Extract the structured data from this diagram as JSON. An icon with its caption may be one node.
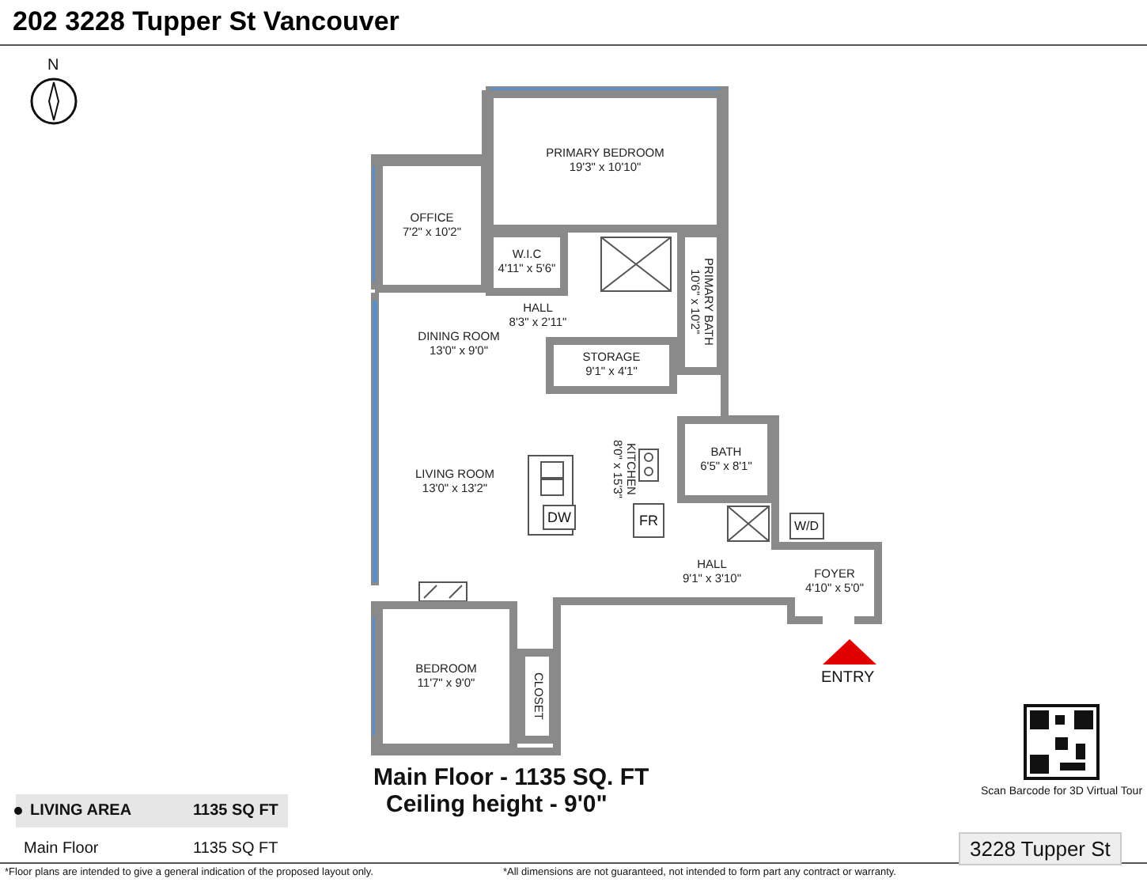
{
  "diagram": {
    "title": "202 3228 Tupper St Vancouver",
    "nodes": [
      {
        "text": [
          "PRIMARY BEDROOM",
          "19'3\" x 10'10\""
        ]
      },
      {
        "text": [
          "OFFICE",
          "7'2\" x 10'2\""
        ]
      },
      {
        "text": [
          "W.I.C",
          "4'11\" x 5'6\""
        ]
      },
      {
        "text": [
          "HALL",
          "8'3\" x 2'11\""
        ]
      },
      {
        "text": [
          "PRIMARY BATH",
          "10'6\" x 10'2\""
        ]
      },
      {
        "text": [
          "DINING ROOM",
          "13'0\" x 9'0\""
        ]
      },
      {
        "text": [
          "STORAGE",
          "9'1\" x 4'1\""
        ]
      },
      {
        "text": [
          "LIVING ROOM",
          "13'0\" x 13'2\""
        ]
      },
      {
        "text": [
          "KITCHEN",
          "8'0\" x 15'3\""
        ]
      },
      {
        "text": [
          "BATH",
          "6'5\" x 8'1\""
        ]
      },
      {
        "text": [
          "HALL",
          "9'1\" x 3'10\""
        ]
      },
      {
        "text": [
          "FOYER",
          "4'10\" x 5'0\""
        ]
      },
      {
        "text": [
          "BEDROOM",
          "11'7\" x 9'0\""
        ]
      },
      {
        "text": [
          "CLOSET"
        ]
      }
    ],
    "labels": [
      "N",
      "DW",
      "FR",
      "W/D",
      "ENTRY",
      "Main Floor - 1135 SQ. FT",
      "Ceiling height - 9'0\"",
      "LIVING AREA",
      "1135 SQ FT",
      "Main Floor",
      "1135 SQ FT",
      "Scan Barcode for 3D Virtual Tour",
      "*Floor plans are intended to give a general indication of the proposed layout only.",
      "*All dimensions are not guaranteed, not intended to form part any contract or warranty.",
      "3228 Tupper St"
    ]
  }
}
